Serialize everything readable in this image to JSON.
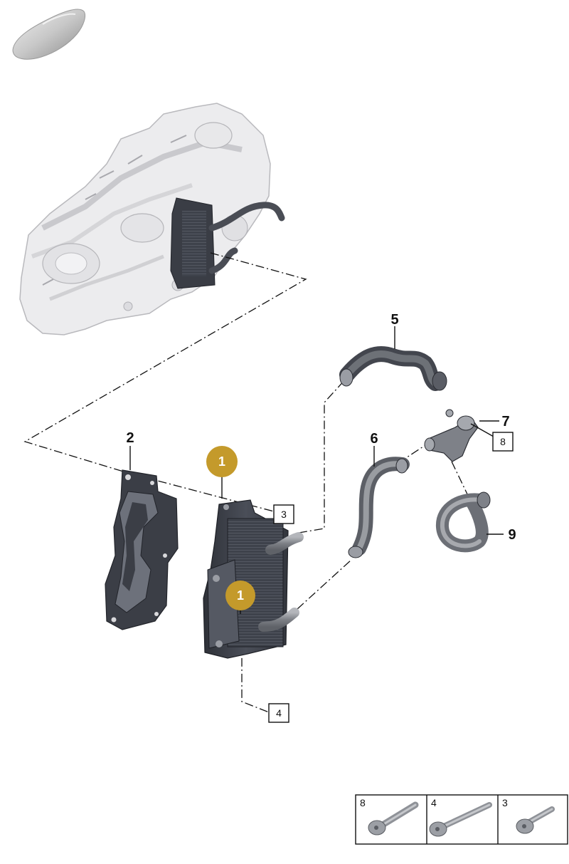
{
  "callouts": {
    "c1a": "1",
    "c1b": "1",
    "c2": "2",
    "c3": "3",
    "c4": "4",
    "c5": "5",
    "c6": "6",
    "c7": "7",
    "c8": "8",
    "c9": "9"
  },
  "fastener_table": {
    "cells": [
      "8",
      "4",
      "3"
    ]
  },
  "colors": {
    "badge": "#c49a2b",
    "part_dark": "#3c3f48",
    "part_hose": "#8a8d93",
    "transmission": "#e6e6e8"
  },
  "icons": {
    "car": "car-silhouette-icon",
    "transmission": "transmission-assembly-icon"
  }
}
